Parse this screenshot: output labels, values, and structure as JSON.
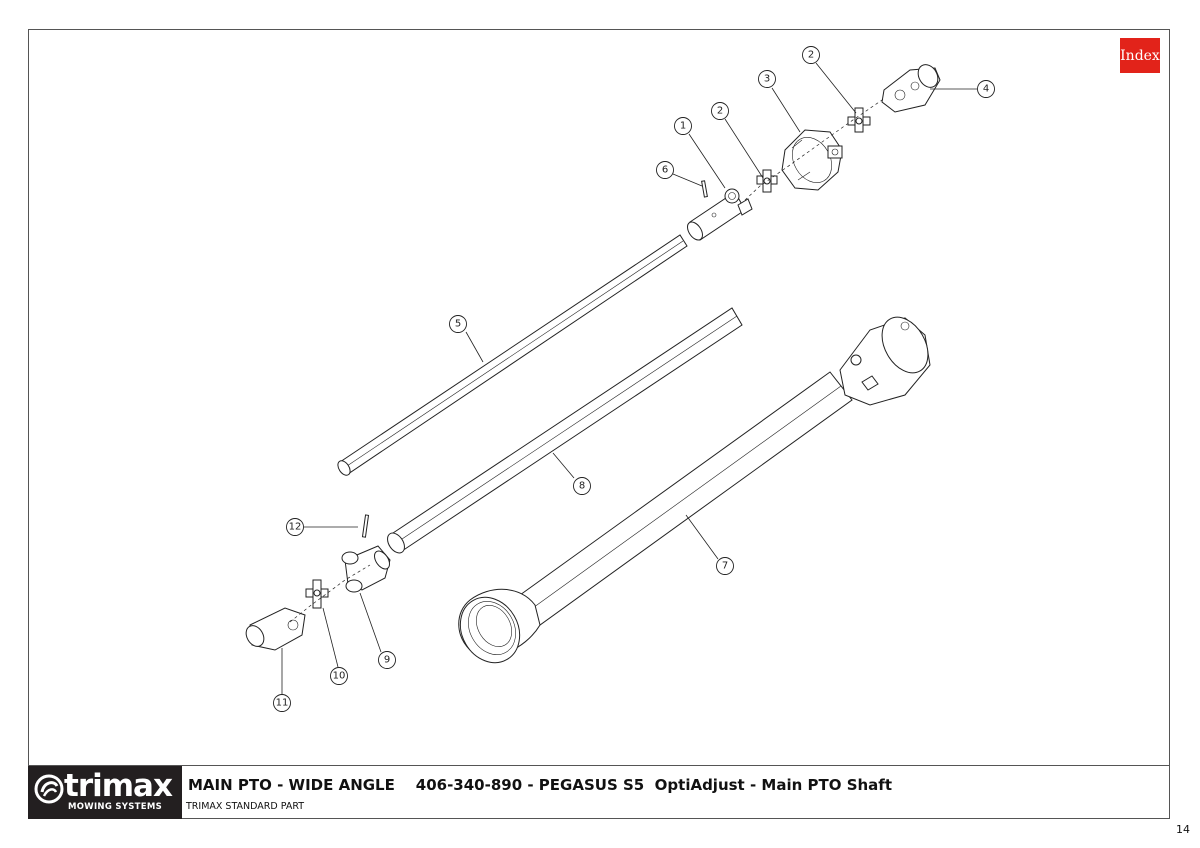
{
  "index_button": {
    "label": "Index"
  },
  "title_block": {
    "logo_word": "trimax",
    "logo_sub": "MOWING SYSTEMS",
    "title": "MAIN PTO - WIDE ANGLE    406-340-890 - PEGASUS S5  OptiAdjust - Main PTO Shaft",
    "subtitle": "TRIMAX STANDARD PART"
  },
  "page_number": "14",
  "callouts": {
    "c1": "1",
    "c2a": "2",
    "c2b": "2",
    "c3": "3",
    "c4": "4",
    "c5": "5",
    "c6": "6",
    "c7": "7",
    "c8": "8",
    "c9": "9",
    "c10": "10",
    "c11": "11",
    "c12": "12"
  }
}
